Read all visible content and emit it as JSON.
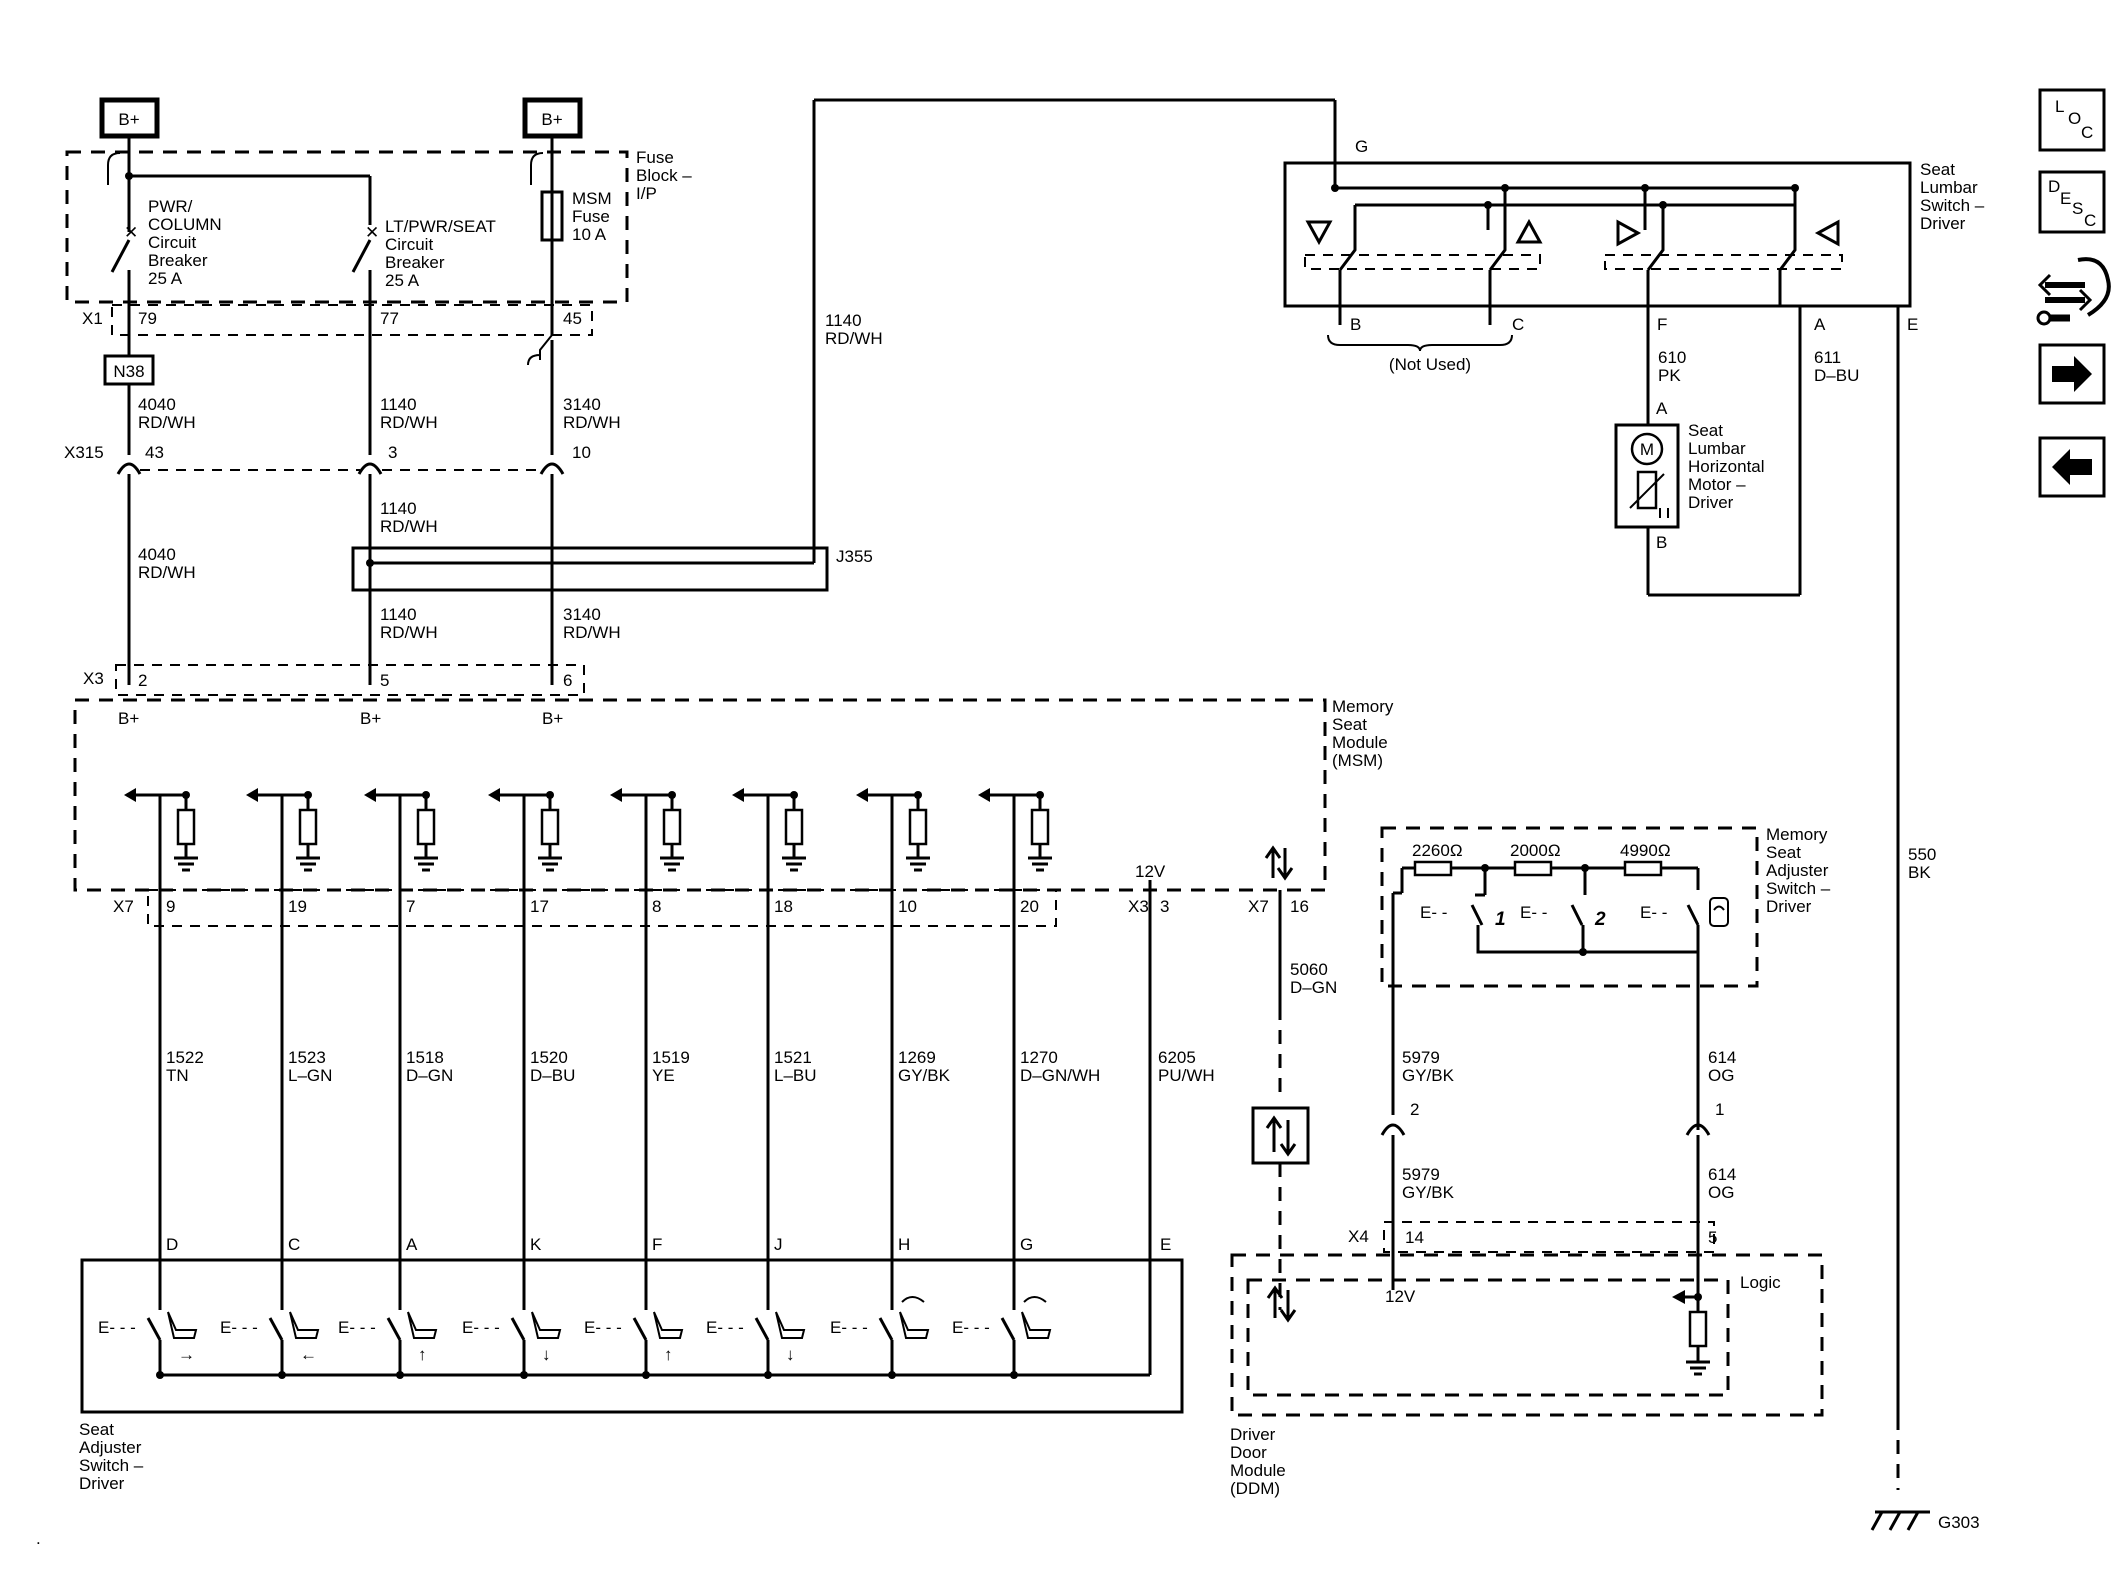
{
  "power": {
    "bplus": "B+"
  },
  "fuse_block": {
    "title": [
      "Fuse",
      "Block –",
      "I/P"
    ],
    "breaker1": [
      "PWR/",
      "COLUMN",
      "Circuit",
      "Breaker",
      "25 A"
    ],
    "breaker2": [
      "LT/PWR/SEAT",
      "Circuit",
      "Breaker",
      "25 A"
    ],
    "fuse": [
      "MSM",
      "Fuse",
      "10 A"
    ],
    "connector": "X1",
    "pins": [
      "79",
      "77",
      "45"
    ]
  },
  "n38": "N38",
  "x315": {
    "name": "X315",
    "pins": [
      "43",
      "3",
      "10"
    ]
  },
  "wires": {
    "w4040": [
      "4040",
      "RD/WH"
    ],
    "w1140": [
      "1140",
      "RD/WH"
    ],
    "w3140": [
      "3140",
      "RD/WH"
    ],
    "w610": [
      "610",
      "PK"
    ],
    "w611": [
      "611",
      "D–BU"
    ],
    "w550": [
      "550",
      "BK"
    ],
    "w5060": [
      "5060",
      "D–GN"
    ],
    "w5979": [
      "5979",
      "GY/BK"
    ],
    "w614": [
      "614",
      "OG"
    ],
    "w6205": [
      "6205",
      "PU/WH"
    ],
    "seat_circuits": [
      [
        "1522",
        "TN"
      ],
      [
        "1523",
        "L–GN"
      ],
      [
        "1518",
        "D–GN"
      ],
      [
        "1520",
        "D–BU"
      ],
      [
        "1519",
        "YE"
      ],
      [
        "1521",
        "L–BU"
      ],
      [
        "1269",
        "GY/BK"
      ],
      [
        "1270",
        "D–GN/WH"
      ]
    ]
  },
  "splice": "J355",
  "x3": {
    "name": "X3",
    "pins": [
      "2",
      "5",
      "6"
    ]
  },
  "msm": {
    "title": [
      "Memory",
      "Seat",
      "Module",
      "(MSM)"
    ],
    "v12": "12V",
    "x7": "X7",
    "x7_pins": [
      "9",
      "19",
      "7",
      "17",
      "8",
      "18",
      "10",
      "20"
    ],
    "x3": "X3",
    "x3_pin": "3",
    "x7b": "X7",
    "x7b_pin": "16"
  },
  "lumbar_switch": {
    "title": [
      "Seat",
      "Lumbar",
      "Switch –",
      "Driver"
    ],
    "pin_g": "G",
    "pins": [
      "B",
      "C",
      "F",
      "A",
      "E"
    ],
    "not_used": "(Not Used)"
  },
  "lumbar_motor": {
    "title": [
      "Seat",
      "Lumbar",
      "Horizontal",
      "Motor –",
      "Driver"
    ],
    "pin_a": "A",
    "pin_b": "B",
    "m": "M"
  },
  "memory_switch": {
    "title": [
      "Memory",
      "Seat",
      "Adjuster",
      "Switch –",
      "Driver"
    ],
    "resistors": [
      "2260Ω",
      "2000Ω",
      "4990Ω"
    ],
    "btn1": "1",
    "btn2": "2",
    "pins": [
      "2",
      "1"
    ]
  },
  "ddm": {
    "title": [
      "Driver",
      "Door",
      "Module",
      "(DDM)"
    ],
    "x4": "X4",
    "pins": [
      "14",
      "5"
    ],
    "v12": "12V",
    "logic": "Logic"
  },
  "seat_switch": {
    "title": [
      "Seat",
      "Adjuster",
      "Switch –",
      "Driver"
    ],
    "pins": [
      "D",
      "C",
      "A",
      "K",
      "F",
      "J",
      "H",
      "G",
      "E"
    ]
  },
  "ground": "G303",
  "nav": {
    "loc": [
      "L",
      "O",
      "C"
    ],
    "desc": [
      "D",
      "E",
      "S",
      "C"
    ]
  }
}
